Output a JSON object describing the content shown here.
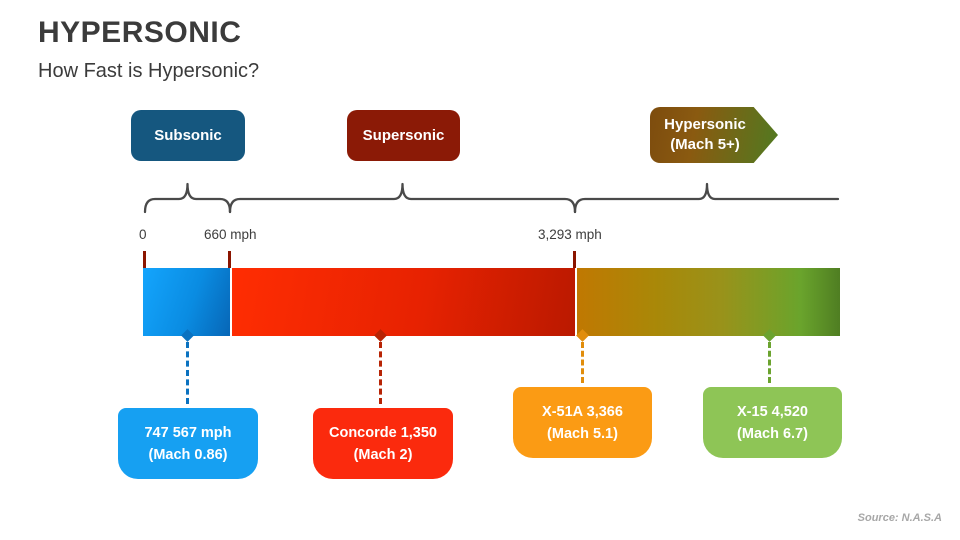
{
  "header": {
    "title": "HYPERSONIC",
    "subtitle": "How Fast is Hypersonic?"
  },
  "regime_labels": {
    "subsonic": {
      "label": "Subsonic",
      "color": "#15577f"
    },
    "supersonic": {
      "label": "Supersonic",
      "color": "#8b1a06"
    },
    "hypersonic": {
      "line1": "Hypersonic",
      "line2": "(Mach 5+)",
      "color_start": "#7d4c0e",
      "color_end": "#507a21"
    }
  },
  "axis": {
    "tick_labels": [
      "0",
      "660 mph",
      "3,293 mph"
    ]
  },
  "speed_bar": {
    "segments": [
      {
        "name": "subsonic",
        "range": "0 to 660 mph",
        "color_start": "#14a5fd",
        "color_end": "#0766b6"
      },
      {
        "name": "supersonic",
        "range": "660 to 3,293 mph",
        "color_start": "#ff2d02",
        "color_end": "#ba1900"
      },
      {
        "name": "hypersonic",
        "range": "3,293 mph and up",
        "color_start": "#c07802",
        "color_end": "#4f7e22"
      }
    ]
  },
  "callouts": [
    {
      "line1": "747 567 mph",
      "line2": "(Mach 0.86)",
      "color": "#16a0f2",
      "line_color": "#0b72c0"
    },
    {
      "line1": "Concorde 1,350",
      "line2": "(Mach 2)",
      "color": "#fb2a0d",
      "line_color": "#b72405"
    },
    {
      "line1": "X-51A 3,366",
      "line2": "(Mach 5.1)",
      "color": "#fb9b14",
      "line_color": "#e18d0c"
    },
    {
      "line1": "X-15 4,520",
      "line2": "(Mach 6.7)",
      "color": "#8ec556",
      "line_color": "#6ba32f"
    }
  ],
  "footer": {
    "source": "Source: N.A.S.A"
  }
}
